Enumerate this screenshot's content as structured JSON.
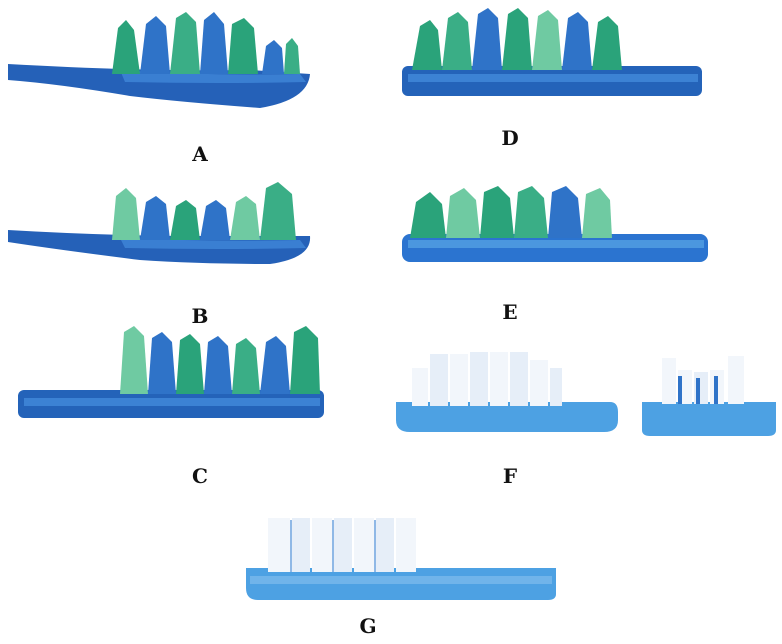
{
  "panels": [
    {
      "id": "A",
      "label": "A",
      "bristle_style": "green-zigzag",
      "head_shape": "curved"
    },
    {
      "id": "B",
      "label": "B",
      "bristle_style": "green-zigzag",
      "head_shape": "curved"
    },
    {
      "id": "C",
      "label": "C",
      "bristle_style": "green-zigzag",
      "head_shape": "flat"
    },
    {
      "id": "D",
      "label": "D",
      "bristle_style": "green-zigzag",
      "head_shape": "flat"
    },
    {
      "id": "E",
      "label": "E",
      "bristle_style": "green-wave",
      "head_shape": "flat"
    },
    {
      "id": "F",
      "label": "F",
      "bristle_style": "white-flat",
      "head_shape": "short"
    },
    {
      "id": "G",
      "label": "G",
      "bristle_style": "white-flat",
      "head_shape": "long"
    }
  ],
  "colors": {
    "handle_dark": "#1f5fb8",
    "handle_mid": "#2c78d2",
    "handle_light": "#5aa7e6",
    "bristle_green": "#2aa37a",
    "bristle_green_light": "#6fcaa2",
    "bristle_blue": "#2f73c8",
    "bristle_white": "#f2f6fb",
    "label": "#111111"
  }
}
